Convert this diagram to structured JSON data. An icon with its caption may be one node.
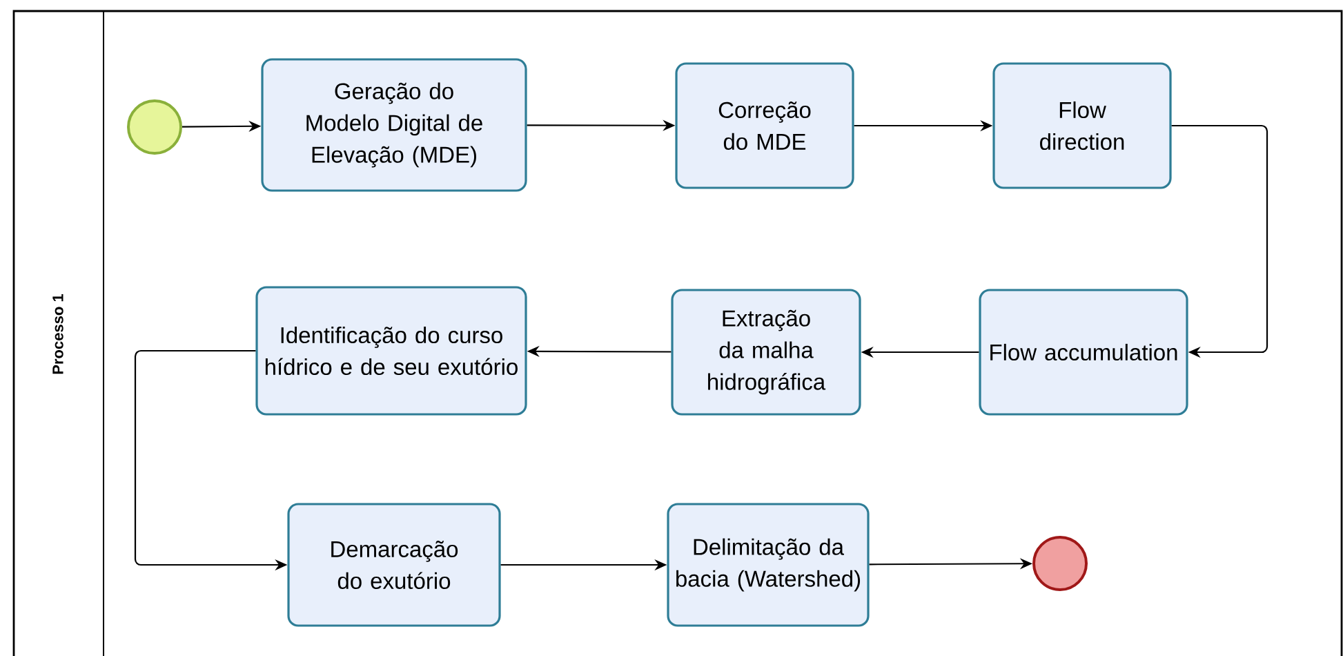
{
  "diagram": {
    "nodes": [
      {
        "text": [
          "Processo 1"
        ]
      },
      {
        "text": [],
        "shape": "circle",
        "in": 0
      },
      {
        "text": [
          "Geração do Modelo Digital de Elevação (MDE)"
        ],
        "in": 0
      },
      {
        "text": [
          "Correção do MDE"
        ],
        "in": 0
      },
      {
        "text": [
          "Flow direction"
        ],
        "in": 0
      },
      {
        "text": [
          "Identificação do curso hídrico e de seu exutório"
        ],
        "in": 0
      },
      {
        "text": [
          "Extração da malha hidrográfica"
        ],
        "in": 0
      },
      {
        "text": [
          "Flow accumulation"
        ],
        "in": 0
      },
      {
        "text": [
          "Demarcação do exutório"
        ],
        "in": 0
      },
      {
        "text": [
          "Delimitação da bacia (Watershed)"
        ],
        "in": 0
      },
      {
        "text": [],
        "shape": "circle",
        "in": 0
      }
    ],
    "edges": [
      {
        "from": 1,
        "to": 2,
        "arrow": "to"
      },
      {
        "from": 2,
        "to": 3,
        "arrow": "to"
      },
      {
        "from": 3,
        "to": 4,
        "arrow": "to"
      },
      {
        "from": 4,
        "to": 7,
        "arrow": "to"
      },
      {
        "from": 7,
        "to": 6,
        "arrow": "to"
      },
      {
        "from": 6,
        "to": 5,
        "arrow": "to"
      },
      {
        "from": 5,
        "to": 8,
        "arrow": "to"
      },
      {
        "from": 8,
        "to": 9,
        "arrow": "to"
      },
      {
        "from": 9,
        "to": 10,
        "arrow": "to"
      }
    ]
  }
}
